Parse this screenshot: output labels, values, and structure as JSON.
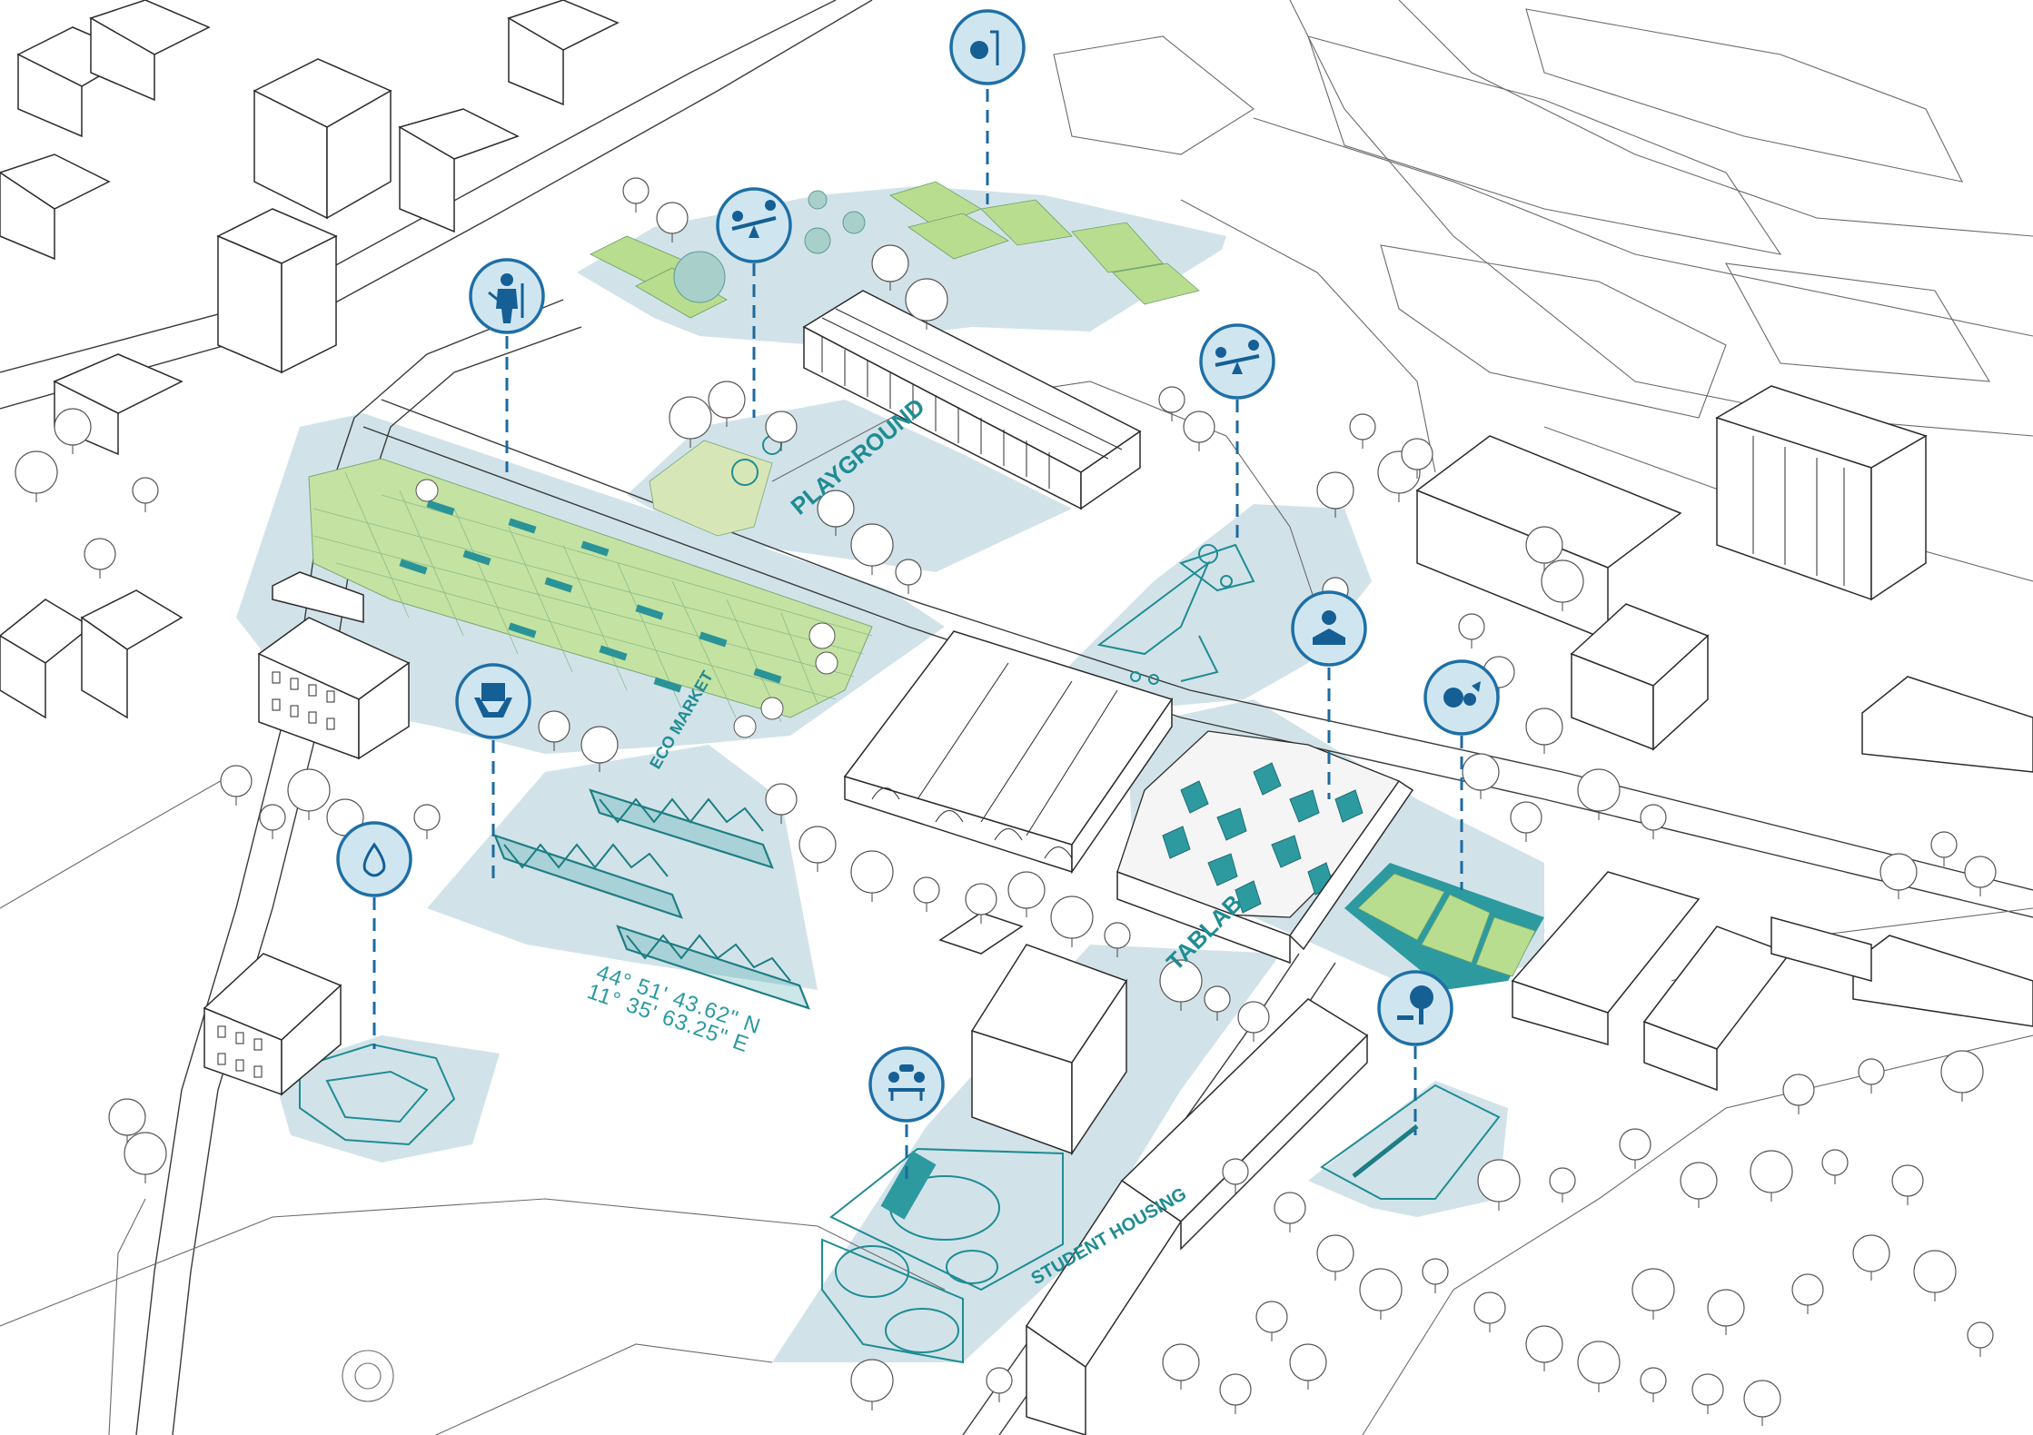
{
  "labels": {
    "playground": "PLAYGROUND",
    "eco_market": "ECO MARKET",
    "tablab": "TABLAB",
    "student_housing": "STUDENT HOUSING",
    "coord_lat": "44° 51' 43.62\" N",
    "coord_lon": "11° 35' 63.25\" E"
  },
  "markers": [
    {
      "id": "sport",
      "icon": "basketball-icon"
    },
    {
      "id": "playground-north",
      "icon": "seesaw-icon"
    },
    {
      "id": "worker",
      "icon": "worker-tools-icon"
    },
    {
      "id": "seesaw-east",
      "icon": "seesaw-icon"
    },
    {
      "id": "market",
      "icon": "hands-sign-icon"
    },
    {
      "id": "reading",
      "icon": "reading-person-icon"
    },
    {
      "id": "garden",
      "icon": "lettuce-icon"
    },
    {
      "id": "water",
      "icon": "drop-icon"
    },
    {
      "id": "park-bench",
      "icon": "tree-bench-icon"
    },
    {
      "id": "meeting",
      "icon": "meeting-table-icon"
    }
  ],
  "colors": {
    "zone": "#cfe2e8",
    "accent_teal": "#2d9aa0",
    "marker_blue": "#1e6fa6",
    "field_green": "#b9dd8e"
  }
}
